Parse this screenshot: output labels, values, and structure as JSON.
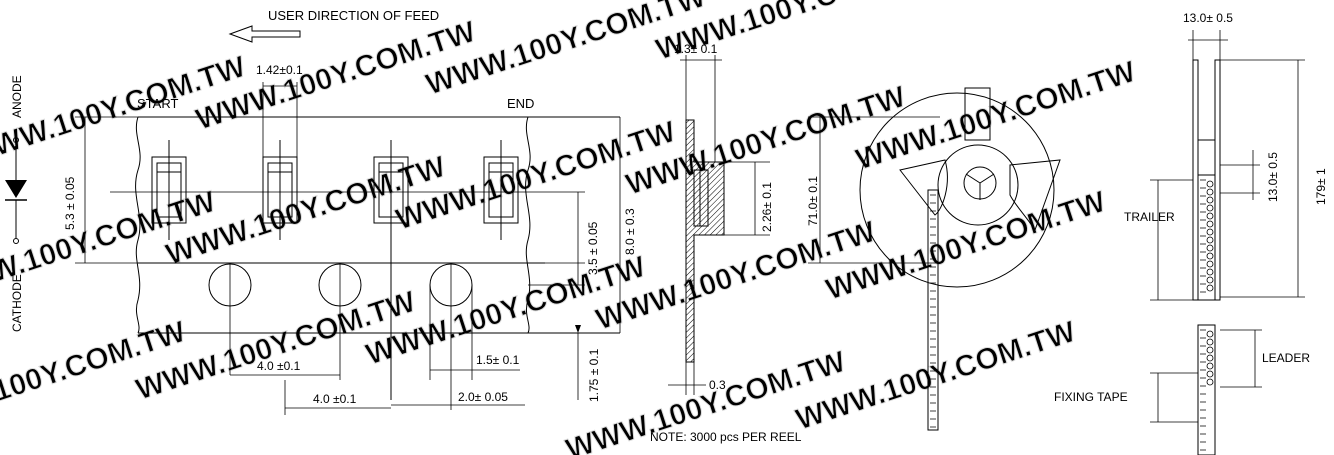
{
  "watermark": "WWW.100Y.COM.TW",
  "feed_direction": "USER DIRECTION OF FEED",
  "labels": {
    "start": "START",
    "end": "END",
    "anode": "ANODE",
    "cathode": "CATHODE",
    "trailer": "TRAILER",
    "leader": "LEADER",
    "fixing_tape": "FIXING TAPE",
    "note": "NOTE: 3000 pcs PER REEL"
  },
  "dimensions": {
    "pocket_width": "1.42±0.1",
    "height_5_3": "5.3 ± 0.05",
    "height_8_0": "8.0 ± 0.3",
    "height_3_5": "3.5 ± 0.05",
    "height_1_75": "1.75 ± 0.1",
    "pitch_4_0_a": "4.0 ±0.1",
    "pitch_4_0_b": "4.0 ±0.1",
    "hole_1_5": "1.5± 0.1",
    "offset_2_0": "2.0± 0.05",
    "tape_1_3": "1.3± 0.1",
    "pocket_2_26": "2.26± 0.1",
    "tape_0_3": "0.3",
    "reel_71_0": "71.0± 0.1",
    "reel_13_0_top": "13.0± 0.5",
    "reel_13_0_side": "13.0± 0.5",
    "reel_179": "179± 1"
  },
  "colors": {
    "line": "#000000",
    "watermark": "#dcdcdc"
  }
}
